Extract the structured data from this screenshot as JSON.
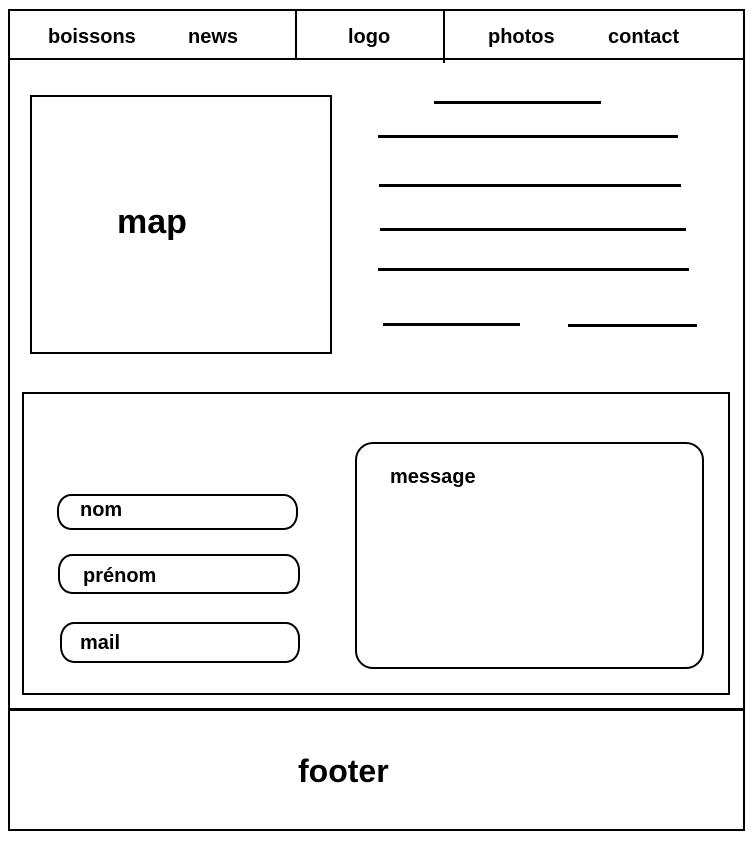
{
  "nav": {
    "items": [
      {
        "label": "boissons"
      },
      {
        "label": "news"
      },
      {
        "label": "logo"
      },
      {
        "label": "photos"
      },
      {
        "label": "contact"
      }
    ]
  },
  "main": {
    "map_label": "map"
  },
  "form": {
    "fields": [
      {
        "label": "nom"
      },
      {
        "label": "prénom"
      },
      {
        "label": "mail"
      }
    ],
    "message_label": "message"
  },
  "footer": {
    "label": "footer"
  }
}
